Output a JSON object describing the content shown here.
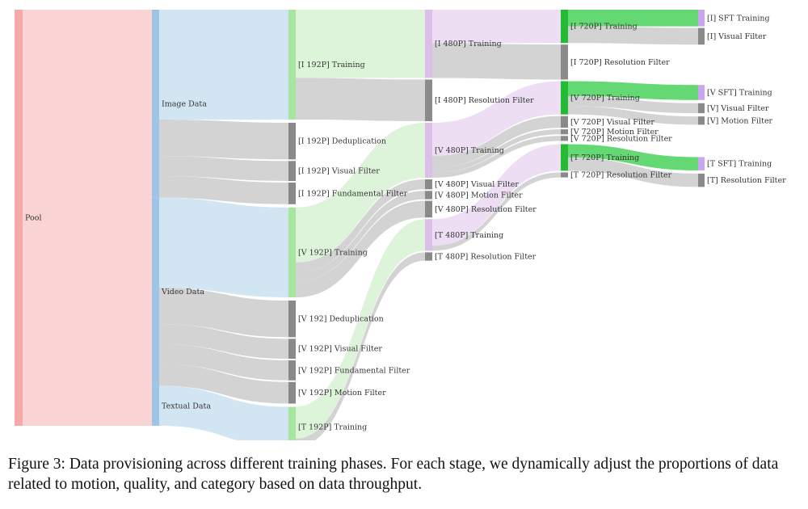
{
  "caption": "Figure 3: Data provisioning across different training phases. For each stage, we dynamically adjust the proportions of data related to motion, quality, and category based on data throughput.",
  "colors": {
    "pool": "#f6a9a9",
    "data_types": "#9ec4e6",
    "stage_192": "#a8e6a0",
    "stage_480": "#dcbfe8",
    "stage_720": "#22bb33",
    "final": "#caa6f0",
    "filter": "#8a8a8a",
    "link_pool": "#f8c6c6",
    "link_data": "#c3dcef",
    "link_192": "#d3f0cd",
    "link_480": "#ead8f2",
    "link_720": "#49d15a",
    "link_filter": "#c4c4c4"
  },
  "nodes": [
    {
      "id": "pool",
      "label": "Pool",
      "color": "pool"
    },
    {
      "id": "image",
      "label": "Image Data",
      "color": "data_types"
    },
    {
      "id": "video",
      "label": "Video Data",
      "color": "data_types"
    },
    {
      "id": "text",
      "label": "Textual Data",
      "color": "data_types"
    },
    {
      "id": "i192t",
      "label": "[I 192P] Training",
      "color": "stage_192"
    },
    {
      "id": "i192d",
      "label": "[I 192P] Deduplication",
      "color": "filter"
    },
    {
      "id": "i192v",
      "label": "[I 192P] Visual Filter",
      "color": "filter"
    },
    {
      "id": "i192f",
      "label": "[I 192P] Fundamental Filter",
      "color": "filter"
    },
    {
      "id": "v192t",
      "label": "[V 192P] Training",
      "color": "stage_192"
    },
    {
      "id": "v192d",
      "label": "[V 192] Deduplication",
      "color": "filter"
    },
    {
      "id": "v192v",
      "label": "[V 192P] Visual Filter",
      "color": "filter"
    },
    {
      "id": "v192f",
      "label": "[V 192P] Fundamental Filter",
      "color": "filter"
    },
    {
      "id": "v192m",
      "label": "[V 192P] Motion Filter",
      "color": "filter"
    },
    {
      "id": "t192t",
      "label": "[T 192P] Training",
      "color": "stage_192"
    },
    {
      "id": "i480t",
      "label": "[I 480P] Training",
      "color": "stage_480"
    },
    {
      "id": "i480r",
      "label": "[I 480P] Resolution Filter",
      "color": "filter"
    },
    {
      "id": "v480t",
      "label": "[V 480P] Training",
      "color": "stage_480"
    },
    {
      "id": "v480v",
      "label": "[V 480P] Visual Filter",
      "color": "filter"
    },
    {
      "id": "v480m",
      "label": "[V 480P] Motion Filter",
      "color": "filter"
    },
    {
      "id": "v480r",
      "label": "[V 480P] Resolution Filter",
      "color": "filter"
    },
    {
      "id": "t480t",
      "label": "[T 480P] Training",
      "color": "stage_480"
    },
    {
      "id": "t480r",
      "label": "[T 480P] Resolution Filter",
      "color": "filter"
    },
    {
      "id": "i720t",
      "label": "[I 720P] Training",
      "color": "stage_720"
    },
    {
      "id": "i720r",
      "label": "[I 720P] Resolution Filter",
      "color": "filter"
    },
    {
      "id": "v720t",
      "label": "[V 720P] Training",
      "color": "stage_720"
    },
    {
      "id": "v720v",
      "label": "[V 720P] Visual Filter",
      "color": "filter"
    },
    {
      "id": "v720m",
      "label": "[V 720P] Motion Filter",
      "color": "filter"
    },
    {
      "id": "v720r",
      "label": "[V 720P] Resolution Filter",
      "color": "filter"
    },
    {
      "id": "t720t",
      "label": "[T 720P] Training",
      "color": "stage_720"
    },
    {
      "id": "t720r",
      "label": "[T 720P] Resolution Filter",
      "color": "filter"
    },
    {
      "id": "isft",
      "label": "[I] SFT Training",
      "color": "final"
    },
    {
      "id": "ivis",
      "label": "[I] Visual Filter",
      "color": "filter"
    },
    {
      "id": "vsft",
      "label": "[V SFT] Training",
      "color": "final"
    },
    {
      "id": "vvis",
      "label": "[V] Visual Filter",
      "color": "filter"
    },
    {
      "id": "vmot",
      "label": "[V] Motion Filter",
      "color": "filter"
    },
    {
      "id": "tsft",
      "label": "[T SFT] Training",
      "color": "final"
    },
    {
      "id": "tres",
      "label": "[T] Resolution Filter",
      "color": "filter"
    }
  ],
  "links": [
    {
      "source": "pool",
      "target": "image",
      "value": 226
    },
    {
      "source": "pool",
      "target": "video",
      "value": 226
    },
    {
      "source": "pool",
      "target": "text",
      "value": 48
    },
    {
      "source": "image",
      "target": "i192t",
      "value": 132
    },
    {
      "source": "image",
      "target": "i192d",
      "value": 44
    },
    {
      "source": "image",
      "target": "i192v",
      "value": 24
    },
    {
      "source": "image",
      "target": "i192f",
      "value": 26
    },
    {
      "source": "video",
      "target": "v192t",
      "value": 108
    },
    {
      "source": "video",
      "target": "v192d",
      "value": 44
    },
    {
      "source": "video",
      "target": "v192v",
      "value": 24
    },
    {
      "source": "video",
      "target": "v192f",
      "value": 24
    },
    {
      "source": "video",
      "target": "v192m",
      "value": 26
    },
    {
      "source": "text",
      "target": "t192t",
      "value": 48
    },
    {
      "source": "i192t",
      "target": "i480t",
      "value": 82
    },
    {
      "source": "i192t",
      "target": "i480r",
      "value": 50
    },
    {
      "source": "v192t",
      "target": "v480t",
      "value": 66
    },
    {
      "source": "v192t",
      "target": "v480v",
      "value": 12
    },
    {
      "source": "v192t",
      "target": "v480m",
      "value": 10
    },
    {
      "source": "v192t",
      "target": "v480r",
      "value": 20
    },
    {
      "source": "t192t",
      "target": "t480t",
      "value": 38
    },
    {
      "source": "t192t",
      "target": "t480r",
      "value": 10
    },
    {
      "source": "i480t",
      "target": "i720t",
      "value": 40
    },
    {
      "source": "i480t",
      "target": "i720r",
      "value": 42
    },
    {
      "source": "v480t",
      "target": "v720t",
      "value": 40
    },
    {
      "source": "v480t",
      "target": "v720v",
      "value": 14
    },
    {
      "source": "v480t",
      "target": "v720m",
      "value": 6
    },
    {
      "source": "v480t",
      "target": "v720r",
      "value": 6
    },
    {
      "source": "t480t",
      "target": "t720t",
      "value": 32
    },
    {
      "source": "t480t",
      "target": "t720r",
      "value": 6
    },
    {
      "source": "i720t",
      "target": "isft",
      "value": 20
    },
    {
      "source": "i720t",
      "target": "ivis",
      "value": 20
    },
    {
      "source": "v720t",
      "target": "vsft",
      "value": 18
    },
    {
      "source": "v720t",
      "target": "vvis",
      "value": 12
    },
    {
      "source": "v720t",
      "target": "vmot",
      "value": 10
    },
    {
      "source": "t720t",
      "target": "tsft",
      "value": 16
    },
    {
      "source": "t720t",
      "target": "tres",
      "value": 16
    }
  ]
}
